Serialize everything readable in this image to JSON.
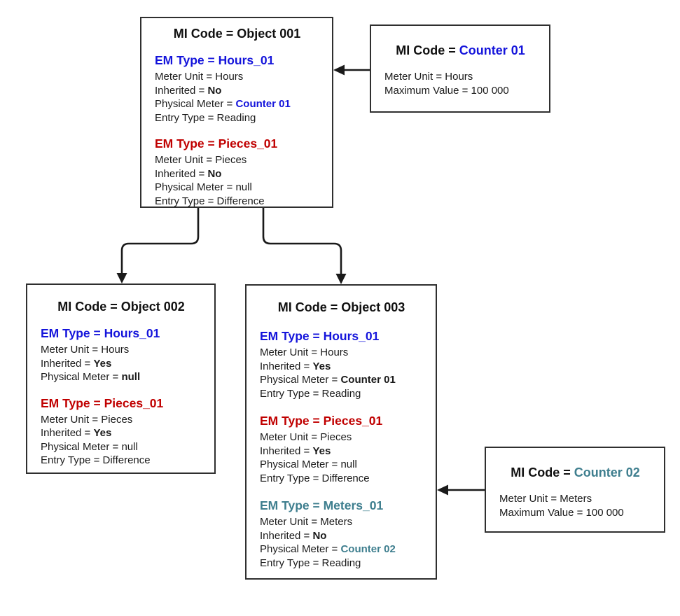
{
  "colors": {
    "blue": "#1414db",
    "red": "#c00000",
    "teal": "#3e7e8e",
    "text": "#1a1a1a",
    "border": "#2f2f2f"
  },
  "connections": [
    {
      "from": "Counter 01",
      "to": "Object 001"
    },
    {
      "from": "Object 001",
      "to": "Object 002"
    },
    {
      "from": "Object 001",
      "to": "Object 003"
    },
    {
      "from": "Counter 02",
      "to": "Object 003"
    }
  ],
  "boxes": {
    "object001": {
      "title": "MI Code = Object 001",
      "sections": [
        {
          "heading": "EM Type = Hours_01",
          "heading_style": "blue",
          "lines": [
            {
              "pre": "Meter Unit = Hours",
              "em": "",
              "em_style": "none"
            },
            {
              "pre": "Inherited = ",
              "em": "No",
              "em_style": "bold"
            },
            {
              "pre": "Physical Meter = ",
              "em": "Counter 01",
              "em_style": "bold-blue"
            },
            {
              "pre": "Entry Type = Reading",
              "em": "",
              "em_style": "none"
            }
          ]
        },
        {
          "heading": "EM Type = Pieces_01",
          "heading_style": "red",
          "lines": [
            {
              "pre": "Meter Unit = Pieces",
              "em": "",
              "em_style": "none"
            },
            {
              "pre": "Inherited = ",
              "em": "No",
              "em_style": "bold"
            },
            {
              "pre": "Physical Meter = null",
              "em": "",
              "em_style": "none"
            },
            {
              "pre": "Entry Type = Difference",
              "em": "",
              "em_style": "none"
            }
          ]
        }
      ]
    },
    "counter01": {
      "title_prefix": "MI Code = ",
      "title_value": "Counter 01",
      "title_value_style": "blue",
      "lines": [
        "Meter Unit = Hours",
        "Maximum Value = 100 000"
      ]
    },
    "object002": {
      "title": "MI Code = Object 002",
      "sections": [
        {
          "heading": "EM Type = Hours_01",
          "heading_style": "blue",
          "lines": [
            {
              "pre": "Meter Unit = Hours",
              "em": "",
              "em_style": "none"
            },
            {
              "pre": "Inherited = ",
              "em": "Yes",
              "em_style": "bold"
            },
            {
              "pre": "Physical Meter = ",
              "em": "null",
              "em_style": "bold"
            }
          ]
        },
        {
          "heading": "EM Type = Pieces_01",
          "heading_style": "red",
          "lines": [
            {
              "pre": "Meter Unit = Pieces",
              "em": "",
              "em_style": "none"
            },
            {
              "pre": "Inherited = ",
              "em": "Yes",
              "em_style": "bold"
            },
            {
              "pre": "Physical Meter = null",
              "em": "",
              "em_style": "none"
            },
            {
              "pre": "Entry Type = Difference",
              "em": "",
              "em_style": "none"
            }
          ]
        }
      ]
    },
    "object003": {
      "title": "MI Code = Object 003",
      "sections": [
        {
          "heading": "EM Type = Hours_01",
          "heading_style": "blue",
          "lines": [
            {
              "pre": "Meter Unit = Hours",
              "em": "",
              "em_style": "none"
            },
            {
              "pre": "Inherited = ",
              "em": "Yes",
              "em_style": "bold"
            },
            {
              "pre": "Physical Meter = ",
              "em": "Counter 01",
              "em_style": "bold"
            },
            {
              "pre": "Entry Type = Reading",
              "em": "",
              "em_style": "none"
            }
          ]
        },
        {
          "heading": "EM Type = Pieces_01",
          "heading_style": "red",
          "lines": [
            {
              "pre": "Meter Unit = Pieces",
              "em": "",
              "em_style": "none"
            },
            {
              "pre": "Inherited = ",
              "em": "Yes",
              "em_style": "bold"
            },
            {
              "pre": "Physical Meter = null",
              "em": "",
              "em_style": "none"
            },
            {
              "pre": "Entry Type = Difference",
              "em": "",
              "em_style": "none"
            }
          ]
        },
        {
          "heading": "EM Type = Meters_01",
          "heading_style": "teal",
          "lines": [
            {
              "pre": "Meter Unit = Meters",
              "em": "",
              "em_style": "none"
            },
            {
              "pre": "Inherited = ",
              "em": "No",
              "em_style": "bold"
            },
            {
              "pre": "Physical Meter = ",
              "em": "Counter 02",
              "em_style": "bold-teal"
            },
            {
              "pre": "Entry Type = Reading",
              "em": "",
              "em_style": "none"
            }
          ]
        }
      ]
    },
    "counter02": {
      "title_prefix": "MI Code = ",
      "title_value": "Counter 02",
      "title_value_style": "teal",
      "lines": [
        "Meter Unit = Meters",
        "Maximum Value = 100 000"
      ]
    }
  }
}
